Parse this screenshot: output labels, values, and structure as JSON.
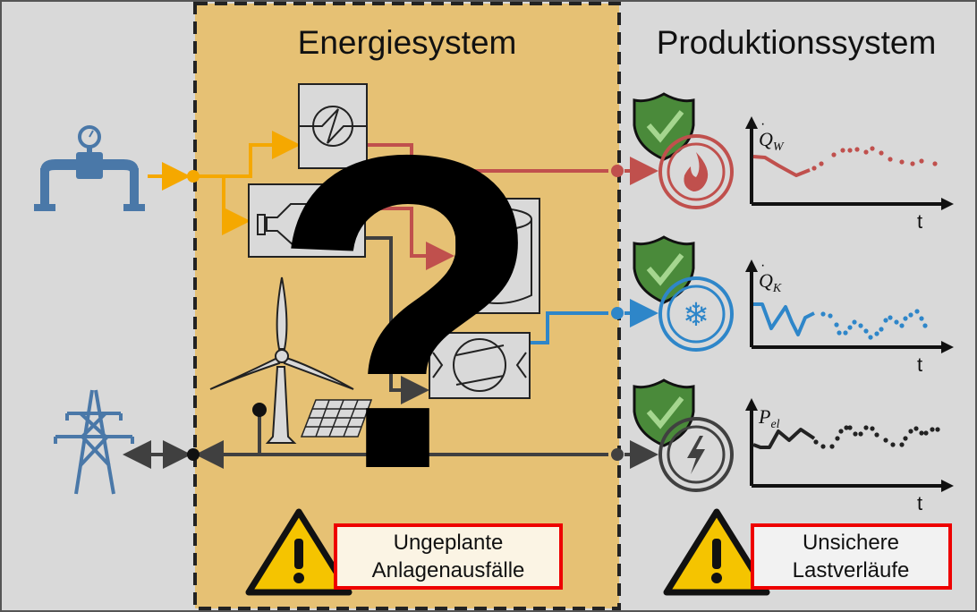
{
  "energy_system": {
    "title": "Energiesystem",
    "question_mark": "?"
  },
  "production_system": {
    "title": "Produktionssystem"
  },
  "warnings": [
    {
      "line1": "Ungeplante",
      "line2": "Anlagenausfälle"
    },
    {
      "line1": "Unsichere",
      "line2": "Lastverläufe"
    }
  ],
  "charts": [
    {
      "ylabel": "Q",
      "sub": "W",
      "xlabel": "t",
      "color": "#c0504d"
    },
    {
      "ylabel": "Q",
      "sub": "K",
      "xlabel": "t",
      "color": "#2e86c9"
    },
    {
      "ylabel": "P",
      "sub": "el",
      "xlabel": "t",
      "color": "#222222"
    }
  ],
  "colors": {
    "gas": "#f5a800",
    "heat": "#c0504d",
    "cold": "#2e86c9",
    "power": "#404040",
    "energy_bg": "#e6c174",
    "shield": "#4a8a3a",
    "icon_blue": "#4a78a8"
  }
}
